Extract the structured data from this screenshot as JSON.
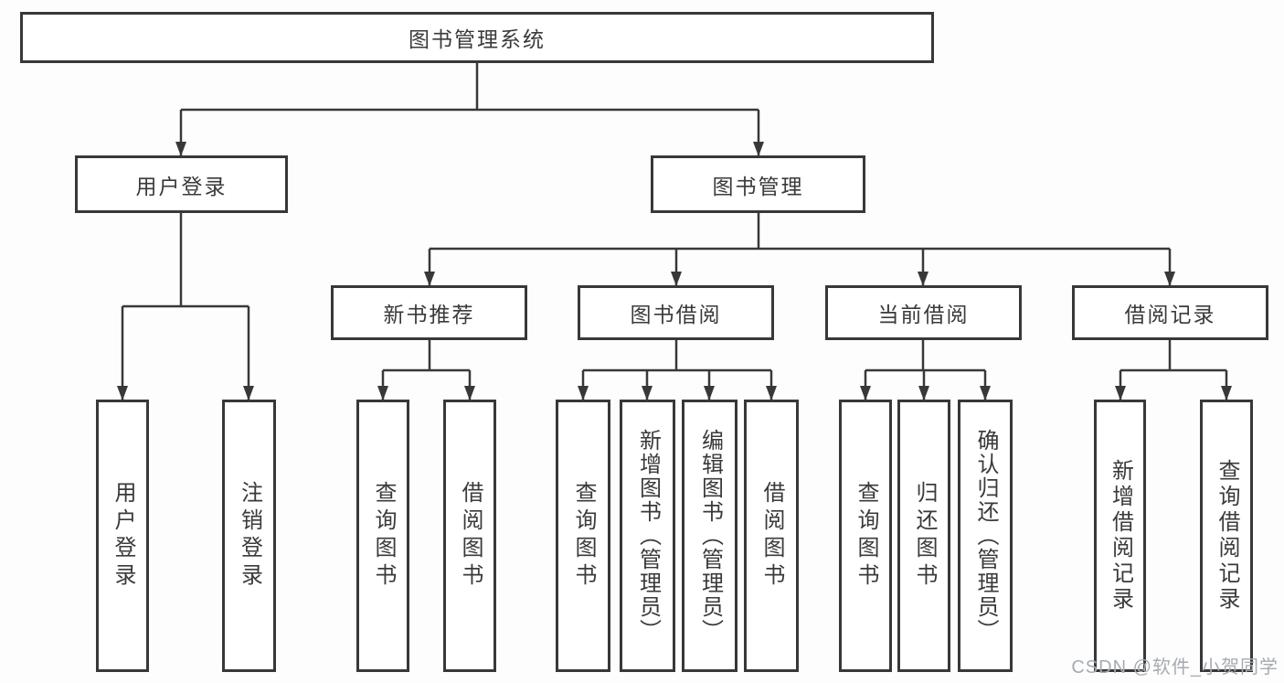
{
  "title": "图书管理系统",
  "watermark": "CSDN @软件_小贺同学",
  "colors": {
    "line": "#383838",
    "box_border": "#383838",
    "box_background": "#ffffff",
    "text": "#3a3a3a",
    "watermark": "#a6abb2",
    "page_background": "#fdfdfd"
  },
  "root": {
    "label": "图书管理系统"
  },
  "branches": [
    {
      "label": "用户登录",
      "children": [
        {
          "label": "用户登录"
        },
        {
          "label": "注销登录"
        }
      ]
    },
    {
      "label": "图书管理",
      "children": [
        {
          "label": "新书推荐",
          "children": [
            {
              "label": "查询图书"
            },
            {
              "label": "借阅图书"
            }
          ]
        },
        {
          "label": "图书借阅",
          "children": [
            {
              "label": "查询图书"
            },
            {
              "label": "新增图书（管理员）"
            },
            {
              "label": "编辑图书（管理员）"
            },
            {
              "label": "借阅图书"
            }
          ]
        },
        {
          "label": "当前借阅",
          "children": [
            {
              "label": "查询图书"
            },
            {
              "label": "归还图书"
            },
            {
              "label": "确认归还（管理员）"
            }
          ]
        },
        {
          "label": "借阅记录",
          "children": [
            {
              "label": "新增借阅记录"
            },
            {
              "label": "查询借阅记录"
            }
          ]
        }
      ]
    }
  ]
}
